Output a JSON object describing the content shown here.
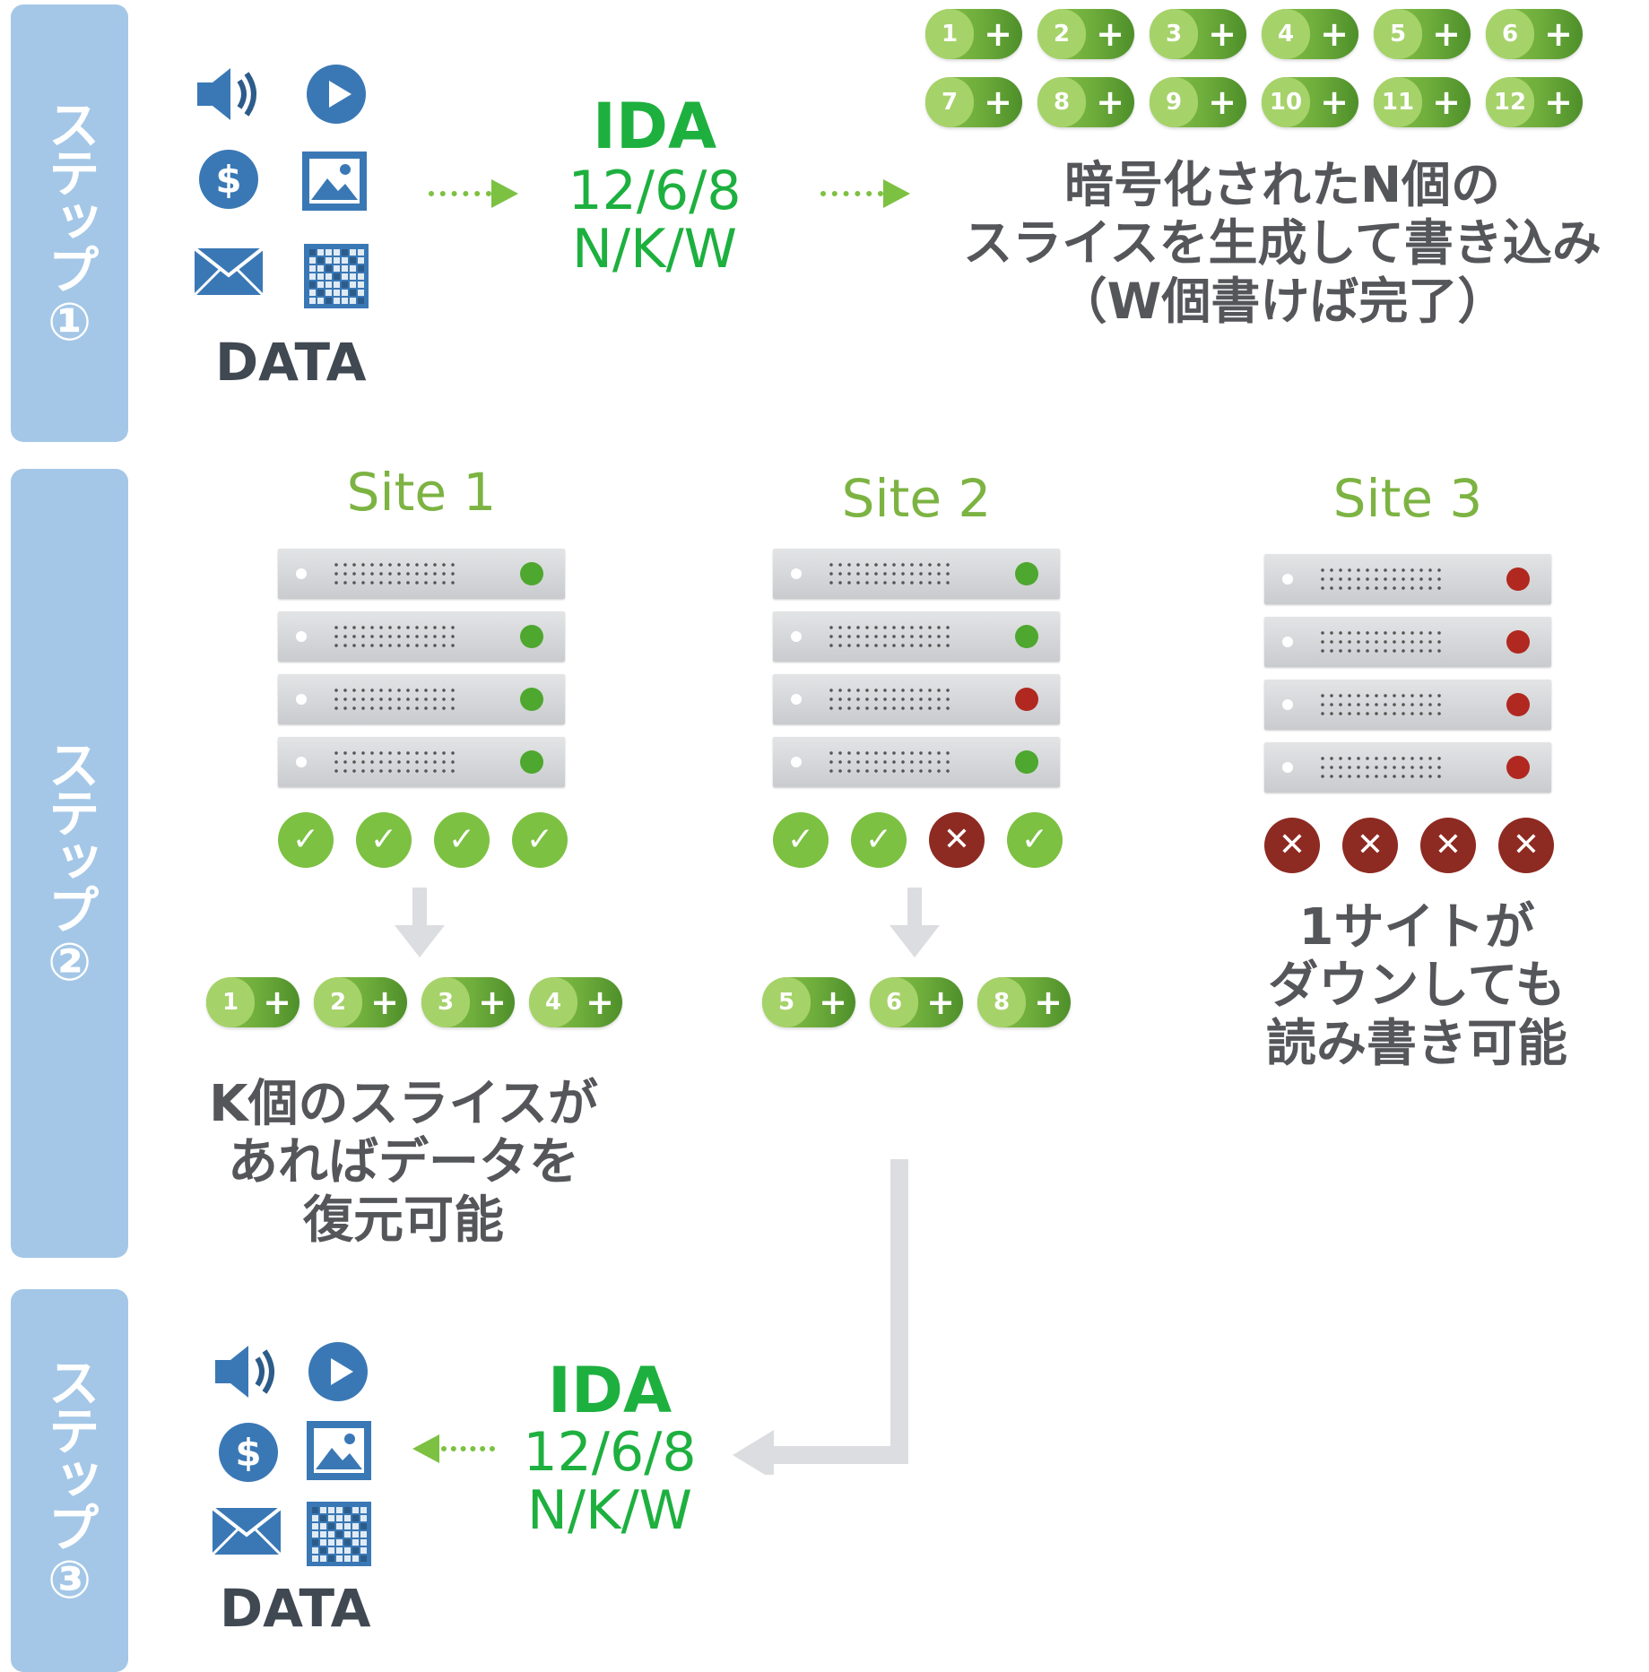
{
  "steps": [
    "ステップ①",
    "ステップ②",
    "ステップ③"
  ],
  "step1": {
    "data_label": "DATA",
    "ida_title": "IDA",
    "ida_nums": "12/6/8",
    "ida_nkw": "N/K/W",
    "slices": [
      "1",
      "2",
      "3",
      "4",
      "5",
      "6",
      "7",
      "8",
      "9",
      "10",
      "11",
      "12"
    ],
    "desc_line1": "暗号化されたN個の",
    "desc_line2": "スライスを生成して書き込み",
    "desc_line3": "（W個書けば完了）"
  },
  "step2": {
    "sites": [
      {
        "name": "Site 1",
        "leds": [
          "ok",
          "ok",
          "ok",
          "ok"
        ],
        "status": [
          "ok",
          "ok",
          "ok",
          "ok"
        ],
        "slices": [
          "1",
          "2",
          "3",
          "4"
        ]
      },
      {
        "name": "Site 2",
        "leds": [
          "ok",
          "ok",
          "ng",
          "ok"
        ],
        "status": [
          "ok",
          "ok",
          "ng",
          "ok"
        ],
        "slices": [
          "5",
          "6",
          "8"
        ]
      },
      {
        "name": "Site 3",
        "leds": [
          "ng",
          "ng",
          "ng",
          "ng"
        ],
        "status": [
          "ng",
          "ng",
          "ng",
          "ng"
        ],
        "slices": []
      }
    ],
    "k_text_1": "K個のスライスが",
    "k_text_2": "あればデータを",
    "k_text_3": "復元可能",
    "down_text_1": "1サイトが",
    "down_text_2": "ダウンしても",
    "down_text_3": "読み書き可能"
  },
  "step3": {
    "data_label": "DATA",
    "ida_title": "IDA",
    "ida_nums": "12/6/8",
    "ida_nkw": "N/K/W"
  },
  "colors": {
    "green": "#1db03f",
    "step_bar": "#a4c7e7",
    "ok": "#7cc142",
    "ng": "#8d2a22"
  },
  "icons": [
    "speaker-icon",
    "play-icon",
    "dollar-icon",
    "image-icon",
    "mail-icon",
    "grid-icon"
  ]
}
